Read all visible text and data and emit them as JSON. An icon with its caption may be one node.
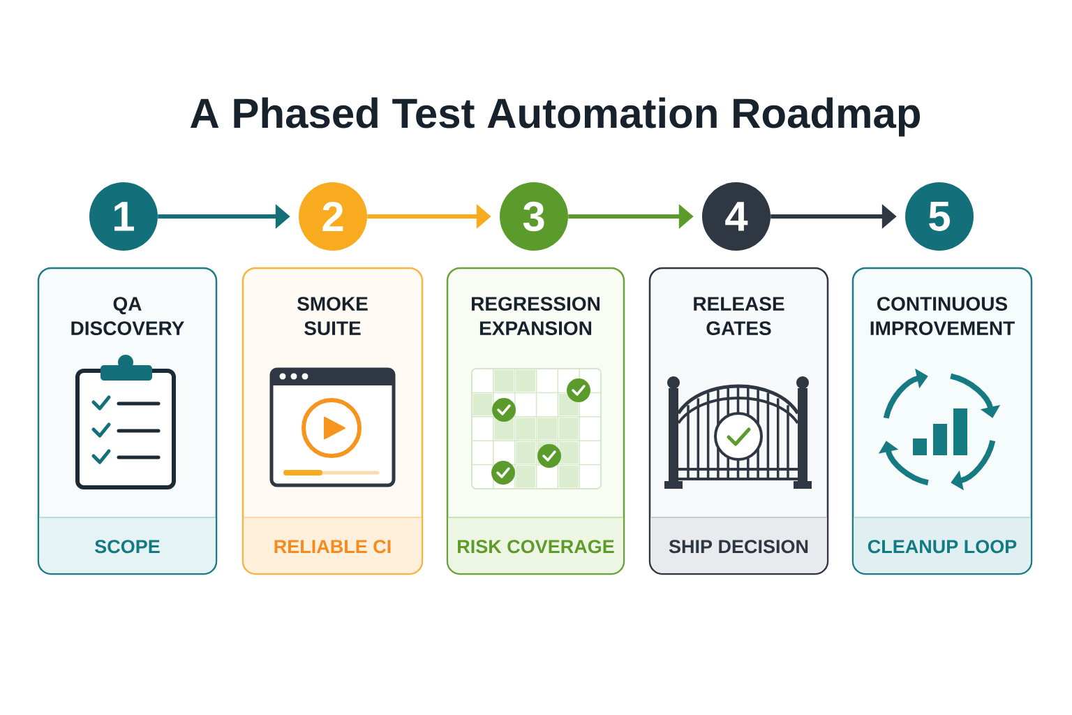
{
  "diagram": {
    "title": "A Phased Test Automation Roadmap",
    "nodes": [
      {
        "text": [
          "1"
        ]
      },
      {
        "text": [
          "2"
        ]
      },
      {
        "text": [
          "3"
        ]
      },
      {
        "text": [
          "4"
        ]
      },
      {
        "text": [
          "5"
        ]
      },
      {
        "text": [
          "QA DISCOVERY",
          "SCOPE"
        ]
      },
      {
        "text": [
          "SMOKE SUITE",
          "RELIABLE CI"
        ]
      },
      {
        "text": [
          "REGRESSION EXPANSION",
          "RISK COVERAGE"
        ]
      },
      {
        "text": [
          "RELEASE GATES",
          "SHIP DECISION"
        ]
      },
      {
        "text": [
          "CONTINUOUS IMPROVEMENT",
          "CLEANUP LOOP"
        ]
      }
    ],
    "edges": [
      {
        "from": 0,
        "to": 1,
        "arrow": "to",
        "color": "#13707a"
      },
      {
        "from": 1,
        "to": 2,
        "arrow": "to",
        "color": "#f8ab1f"
      },
      {
        "from": 2,
        "to": 3,
        "arrow": "to",
        "color": "#5b9b2b"
      },
      {
        "from": 3,
        "to": 4,
        "arrow": "to",
        "color": "#2e3742"
      }
    ]
  }
}
